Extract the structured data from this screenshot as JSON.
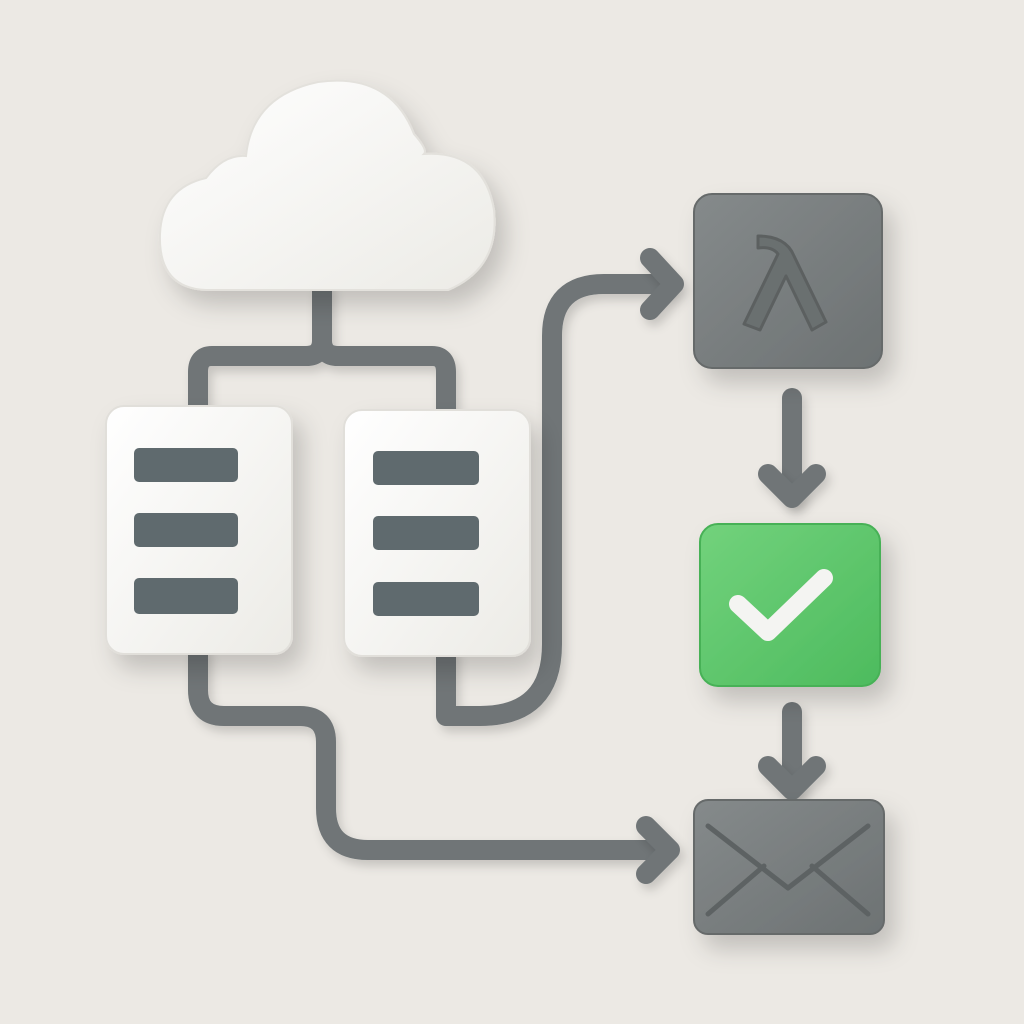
{
  "diagram": {
    "background_color": "#ece9e4",
    "nodes": [
      {
        "id": "cloud",
        "icon": "cloud-icon",
        "color": "#fbfbf9"
      },
      {
        "id": "server-left",
        "icon": "server-icon",
        "color": "#f7f6f2",
        "slot_color": "#5f6b6e"
      },
      {
        "id": "server-right",
        "icon": "server-icon",
        "color": "#f7f6f2",
        "slot_color": "#5f6b6e"
      },
      {
        "id": "lambda",
        "icon": "lambda-icon",
        "color": "#7b7f80"
      },
      {
        "id": "approval",
        "icon": "checkmark-icon",
        "color": "#5fc76b"
      },
      {
        "id": "notification",
        "icon": "envelope-icon",
        "color": "#7b7f80"
      }
    ],
    "connectors": [
      {
        "from": "cloud",
        "to": "server-left",
        "arrow": false
      },
      {
        "from": "cloud",
        "to": "server-right",
        "arrow": false
      },
      {
        "from": "server-left",
        "to": "lambda",
        "arrow": true
      },
      {
        "from": "server-right",
        "to": "lambda",
        "arrow": true
      },
      {
        "from": "server-left",
        "to": "notification",
        "arrow": true
      },
      {
        "from": "lambda",
        "to": "approval",
        "arrow": true
      },
      {
        "from": "approval",
        "to": "notification",
        "arrow": true
      }
    ],
    "connector_color": "#6f7577"
  }
}
